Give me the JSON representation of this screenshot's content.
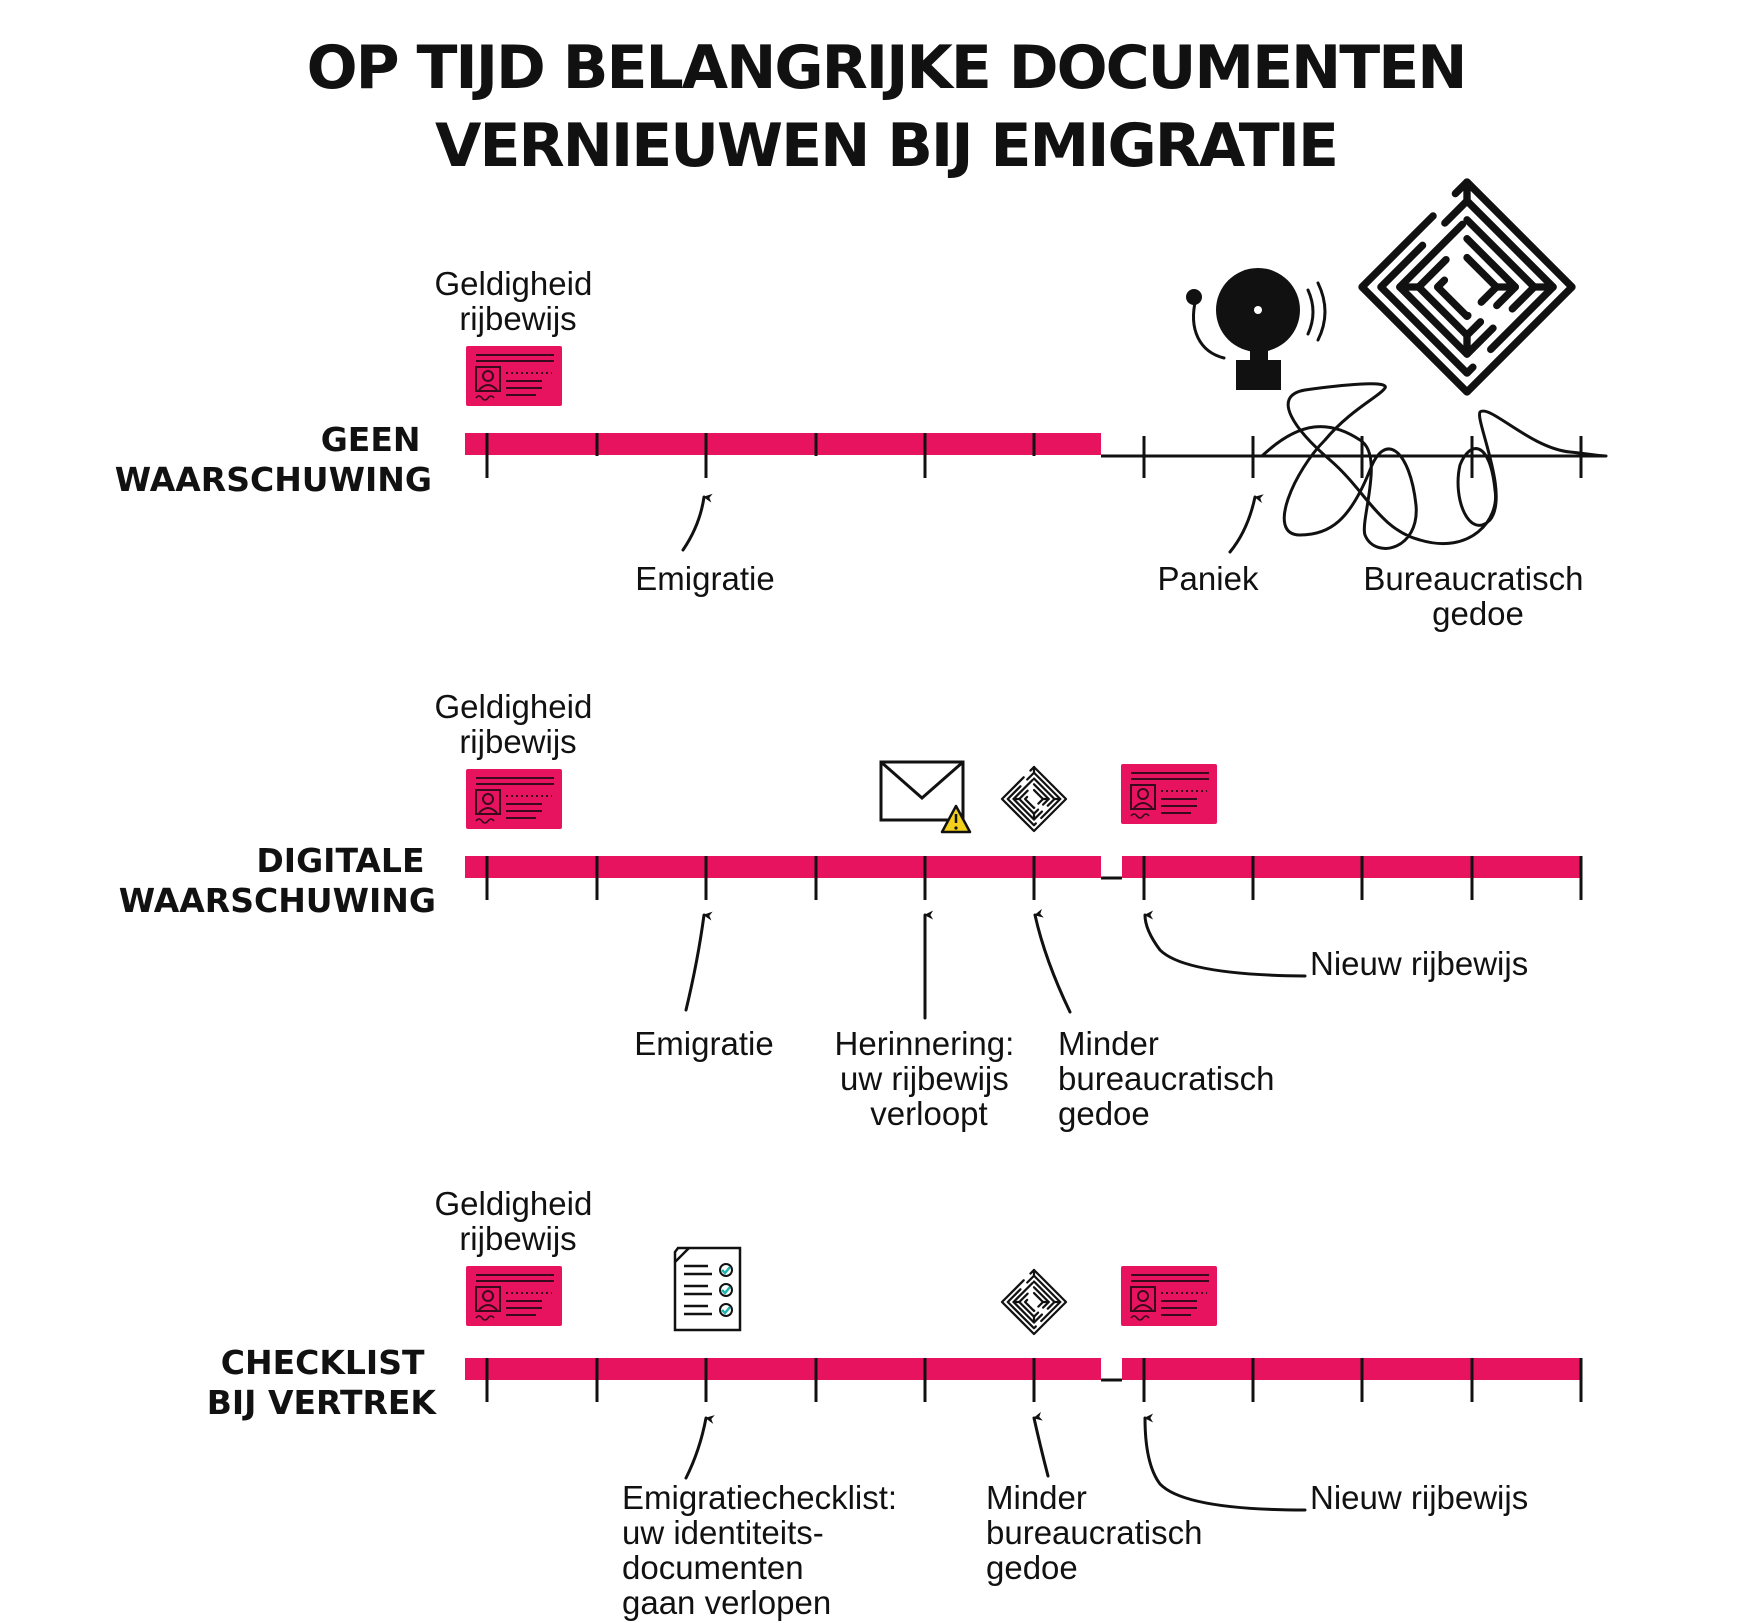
{
  "title": {
    "line1": "OP TIJD BELANGRIJKE DOCUMENTEN",
    "line2": "VERNIEUWEN BIJ EMIGRATIE"
  },
  "colors": {
    "accent": "#e8135f",
    "ink": "#111111",
    "warning": "#f2d01c",
    "check": "#1fb5ad"
  },
  "rows": [
    {
      "label": [
        "GEEN",
        "WAARSCHUWING"
      ],
      "validity_label": [
        "Geldigheid",
        "rijbewijs"
      ],
      "icons": [
        "license-card-icon",
        "alarm-bell-icon",
        "maze-icon",
        "tangled-line"
      ],
      "annotations": [
        {
          "text": [
            "Emigratie"
          ]
        },
        {
          "text": [
            "Paniek"
          ]
        },
        {
          "text": [
            "Bureaucratisch",
            "gedoe"
          ]
        }
      ]
    },
    {
      "label": [
        "DIGITALE",
        "WAARSCHUWING"
      ],
      "validity_label": [
        "Geldigheid",
        "rijbewijs"
      ],
      "icons": [
        "license-card-icon",
        "envelope-warning-icon",
        "maze-icon",
        "license-card-icon"
      ],
      "annotations": [
        {
          "text": [
            "Emigratie"
          ]
        },
        {
          "text": [
            "Herinnering:",
            "uw rijbewijs",
            "verloopt"
          ]
        },
        {
          "text": [
            "Minder",
            "bureaucratisch",
            "gedoe"
          ]
        },
        {
          "text": [
            "Nieuw rijbewijs"
          ]
        }
      ]
    },
    {
      "label": [
        "CHECKLIST",
        "BIJ VERTREK"
      ],
      "validity_label": [
        "Geldigheid",
        "rijbewijs"
      ],
      "icons": [
        "license-card-icon",
        "checklist-icon",
        "maze-icon",
        "license-card-icon"
      ],
      "annotations": [
        {
          "text": [
            "Emigratiechecklist:",
            "uw identiteits-",
            "documenten",
            "gaan verlopen"
          ]
        },
        {
          "text": [
            "Minder",
            "bureaucratisch",
            "gedoe"
          ]
        },
        {
          "text": [
            "Nieuw rijbewijs"
          ]
        }
      ]
    }
  ]
}
